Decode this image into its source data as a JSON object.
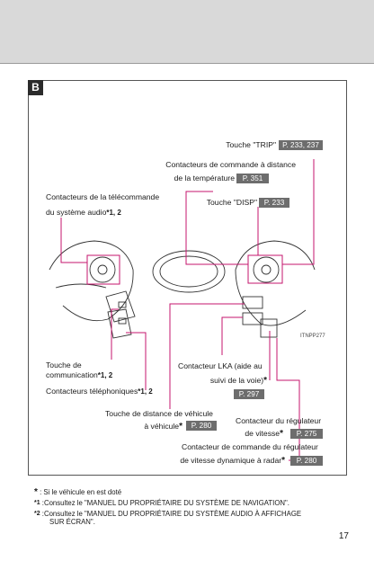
{
  "section_tag": "B",
  "labels": {
    "trip": "Touche \"TRIP\"",
    "trip_ref": "P. 233, 237",
    "temp_line1": "Contacteurs de commande à distance",
    "temp_line2": "de la température",
    "temp_ref": "P. 351",
    "audio_line1": "Contacteurs de la télécommande",
    "audio_line2": "du système audio",
    "audio_sup": "*1, 2",
    "disp": "Touche \"DISP\"",
    "disp_ref": "P. 233",
    "fig_code": "ITNPP277",
    "comm_line1": "Touche de",
    "comm_line2": "communication",
    "comm_sup": "*1, 2",
    "phone": "Contacteurs téléphoniques",
    "phone_sup": "*1, 2",
    "lka_line1": "Contacteur LKA (aide au",
    "lka_line2": "suivi de la voie)",
    "lka_star": "*",
    "lka_ref": "P. 297",
    "dist_line1": "Touche de distance de véhicule",
    "dist_line2": "à véhicule",
    "dist_star": "*",
    "dist_ref": "P. 280",
    "cruise_line1": "Contacteur du régulateur",
    "cruise_line2": "de vitesse",
    "cruise_star": "*",
    "cruise_ref": "P. 275",
    "radar_line1": "Contacteur de commande du régulateur",
    "radar_line2": "de vitesse dynamique à radar",
    "radar_star": "*",
    "radar_ref": "P. 280"
  },
  "footnotes": [
    {
      "mark": "*",
      "text": ": Si le véhicule en est doté"
    },
    {
      "mark": "*1",
      "text": ":Consultez le \"MANUEL DU PROPRIÉTAIRE DU SYSTÈME DE NAVIGATION\"."
    },
    {
      "mark": "*2",
      "text": ":Consultez le \"MANUEL DU PROPRIÉTAIRE DU SYSTÈME AUDIO À AFFICHAGE",
      "text2": "SUR ÉCRAN\"."
    }
  ],
  "page_number": "17",
  "colors": {
    "callout": "#c4166e",
    "ref_badge": "#6d6d6d",
    "header": "#d9d9d9"
  }
}
